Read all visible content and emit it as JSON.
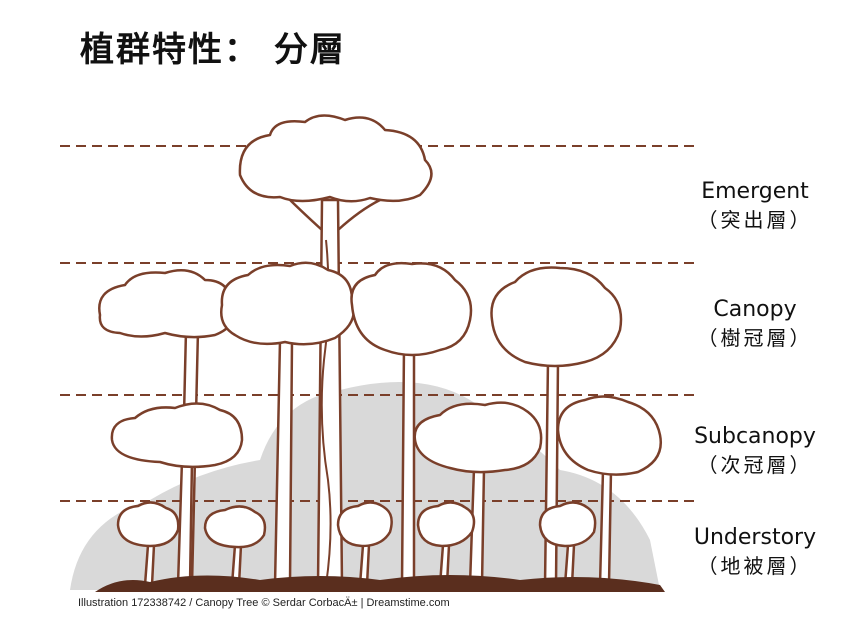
{
  "title": "植群特性： 分層",
  "layers": [
    {
      "en": "Emergent",
      "zh": "（突出層）"
    },
    {
      "en": "Canopy",
      "zh": "（樹冠層）"
    },
    {
      "en": "Subcanopy",
      "zh": "（次冠層）"
    },
    {
      "en": "Understory",
      "zh": "（地被層）"
    }
  ],
  "credit": "Illustration 172338742 / Canopy Tree © Serdar CorbacÄ± | Dreamstime.com",
  "colors": {
    "line": "#7a3f2a",
    "trunk_fill": "#ffffff",
    "ground_shadow": "#d9d9d9",
    "ground": "#5a2e1e"
  }
}
